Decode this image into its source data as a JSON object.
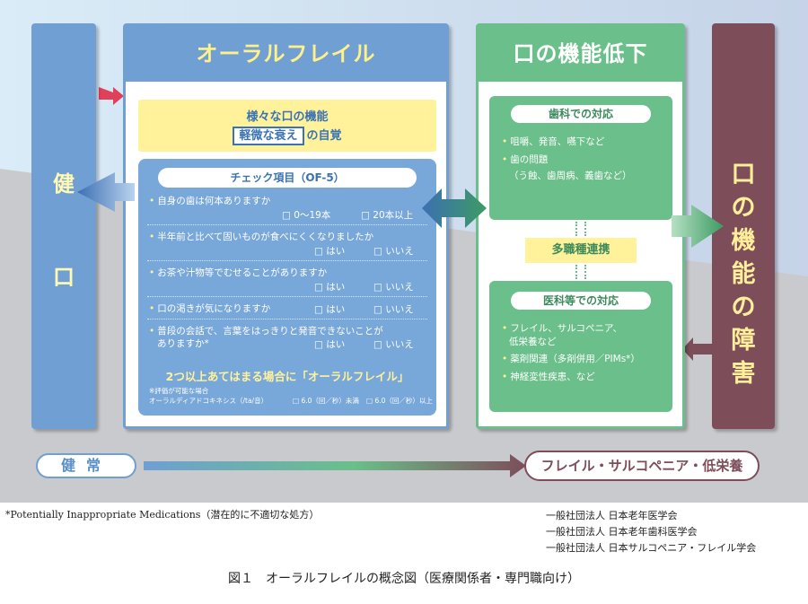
{
  "left_column": {
    "chars": [
      "健",
      "口"
    ]
  },
  "right_column": {
    "chars": [
      "口",
      "の",
      "機",
      "能",
      "の",
      "障",
      "害"
    ]
  },
  "oral_frailty": {
    "title": "オーラルフレイル",
    "intro_line1": "様々な口の機能",
    "intro_boxed": "軽微な衰え",
    "intro_tail": "の自覚",
    "check_title": "チェック項目（OF-5）",
    "questions": [
      {
        "text": "自身の歯は何本ありますか",
        "options": [
          "0～19本",
          "20本以上"
        ]
      },
      {
        "text": "半年前と比べて固いものが食べにくくなりましたか",
        "options": [
          "はい",
          "いいえ"
        ]
      },
      {
        "text": "お茶や汁物等でむせることがありますか",
        "options": [
          "はい",
          "いいえ"
        ]
      },
      {
        "text": "口の渇きが気になりますか",
        "options": [
          "はい",
          "いいえ"
        ]
      },
      {
        "text": "普段の会話で、言葉をはっきりと発音できないことが",
        "text2": "ありますか*",
        "options": [
          "はい",
          "いいえ"
        ]
      }
    ],
    "conclusion": "2つ以上あてはまる場合に「オーラルフレイル」",
    "note1": "※評価が可能な場合",
    "note2": "オーラルディアドコキネシス（/ta/音）",
    "note_opt1": "6.0（回／秒）未満",
    "note_opt2": "6.0（回／秒）以上"
  },
  "function_decline": {
    "title": "口の機能低下",
    "dental": {
      "title": "歯科での対応",
      "items": [
        "咀嚼、発音、嚥下など",
        "歯の問題",
        "（う蝕、歯周病、義歯など）"
      ]
    },
    "collab": "多職種連携",
    "medical": {
      "title": "医科等での対応",
      "items": [
        "フレイル、サルコペニア、",
        "低栄養など",
        "薬剤関連（多剤併用／PIMs*）",
        "神経変性疾患、など"
      ]
    }
  },
  "bottom_bar": {
    "left": "健常",
    "right": "フレイル・サルコペニア・低栄養"
  },
  "colors": {
    "blue": "#6f9fd3",
    "green": "#6abf8a",
    "maroon": "#7d4d5a",
    "yellow": "#fff29a"
  },
  "footer": {
    "footnote": "*Potentially Inappropriate Medications（潜在的に不適切な処方）",
    "orgs": [
      "一般社団法人 日本老年医学会",
      "一般社団法人 日本老年歯科医学会",
      "一般社団法人 日本サルコペニア・フレイル学会"
    ],
    "caption": "図１　オーラルフレイルの概念図（医療関係者・専門職向け）"
  }
}
